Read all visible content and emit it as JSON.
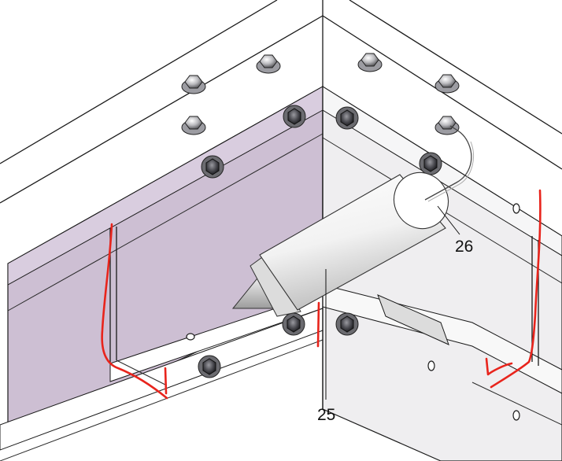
{
  "callouts": {
    "tube_label": "25",
    "nozzle_label": "26"
  },
  "colors": {
    "left_panel": "#cdbfd3",
    "right_panel": "#efeef0",
    "sealant_mark": "#e8241c"
  },
  "parts": {
    "sealant_tube": "sealant-cartridge",
    "nozzle_wire": "applicator-wire"
  }
}
